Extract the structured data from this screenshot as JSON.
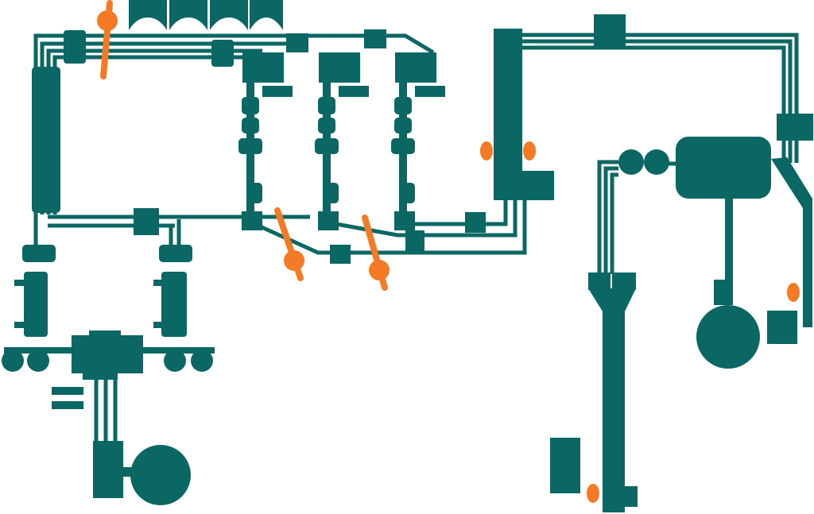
{
  "diagram": {
    "kind": "plumbing-schematic",
    "labels": [],
    "colors": {
      "pipe": "#0b6764",
      "valve_handle": "#f47a25",
      "background": "#ffffff"
    },
    "components": {
      "tanks": 5,
      "valve_handles": 3,
      "valve_markers": 4,
      "pumps": 5,
      "header_chambers": 4
    }
  }
}
